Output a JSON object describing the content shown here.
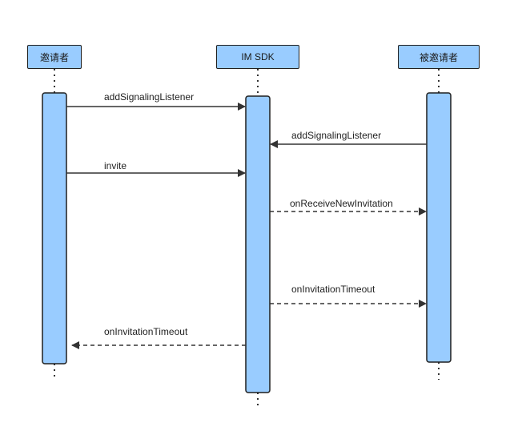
{
  "participants": {
    "inviter": "邀请者",
    "sdk": "IM SDK",
    "invitee": "被邀请者"
  },
  "messages": {
    "m1": "addSignalingListener",
    "m2": "addSignalingListener",
    "m3": "invite",
    "m4": "onReceiveNewInvitation",
    "m5": "onInvitationTimeout",
    "m6": "onInvitationTimeout"
  },
  "colors": {
    "box_fill": "#99ccff",
    "stroke": "#1f1f1f"
  }
}
